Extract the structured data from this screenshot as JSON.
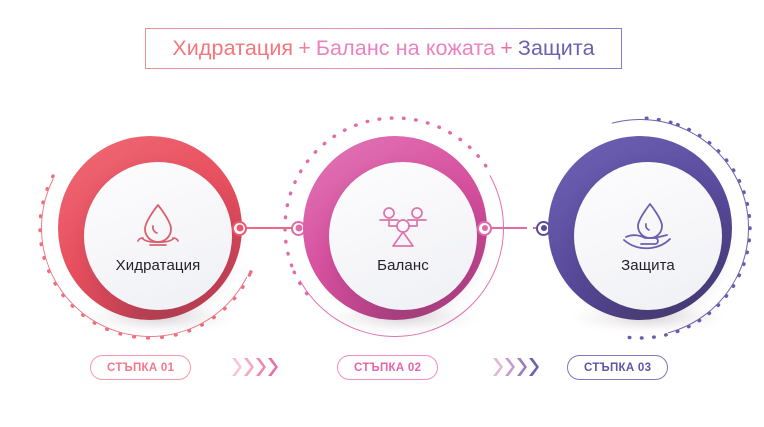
{
  "title": {
    "segment_1": "Хидратация",
    "plus_1": "+",
    "segment_2": "Баланс на кожата",
    "plus_2": "+",
    "segment_3": "Защита",
    "colors": {
      "segment_1": "#f4767c",
      "segment_2": "#ea82bf",
      "segment_3": "#6d5faf",
      "border_start": "#ef8f96",
      "border_end": "#8a7cc4"
    }
  },
  "steps": [
    {
      "label": "Хидратация",
      "badge": "СТЪПКА 01",
      "icon": "water-drop-icon",
      "ring_color": "#e8505f",
      "badge_color": "#f4778c",
      "badge_border": "#f49aa8"
    },
    {
      "label": "Баланс",
      "badge": "СТЪПКА 02",
      "icon": "balance-scale-icon",
      "ring_color": "#d7509e",
      "badge_color": "#e664ab",
      "badge_border": "#ef8ec3"
    },
    {
      "label": "Защита",
      "badge": "СТЪПКА 03",
      "icon": "hand-with-drop-icon",
      "ring_color": "#5b4c9e",
      "badge_color": "#6253a5",
      "badge_border": "#8475bd"
    }
  ],
  "connectors": [
    {
      "from": "Хидратация",
      "to": "Баланс",
      "line_color": "#ec6b84"
    },
    {
      "from": "Баланс",
      "to": "Защита",
      "line_color": "#e06ba5"
    }
  ],
  "chevrons": [
    {
      "after_step": "СТЪПКА 01",
      "colors": [
        "#f8c5d4",
        "#f4a8c2",
        "#ef88b0",
        "#e86fa8"
      ]
    },
    {
      "after_step": "СТЪПКА 02",
      "colors": [
        "#e5b6d6",
        "#c79cc9",
        "#9a7ebd",
        "#6f5fae"
      ]
    }
  ]
}
